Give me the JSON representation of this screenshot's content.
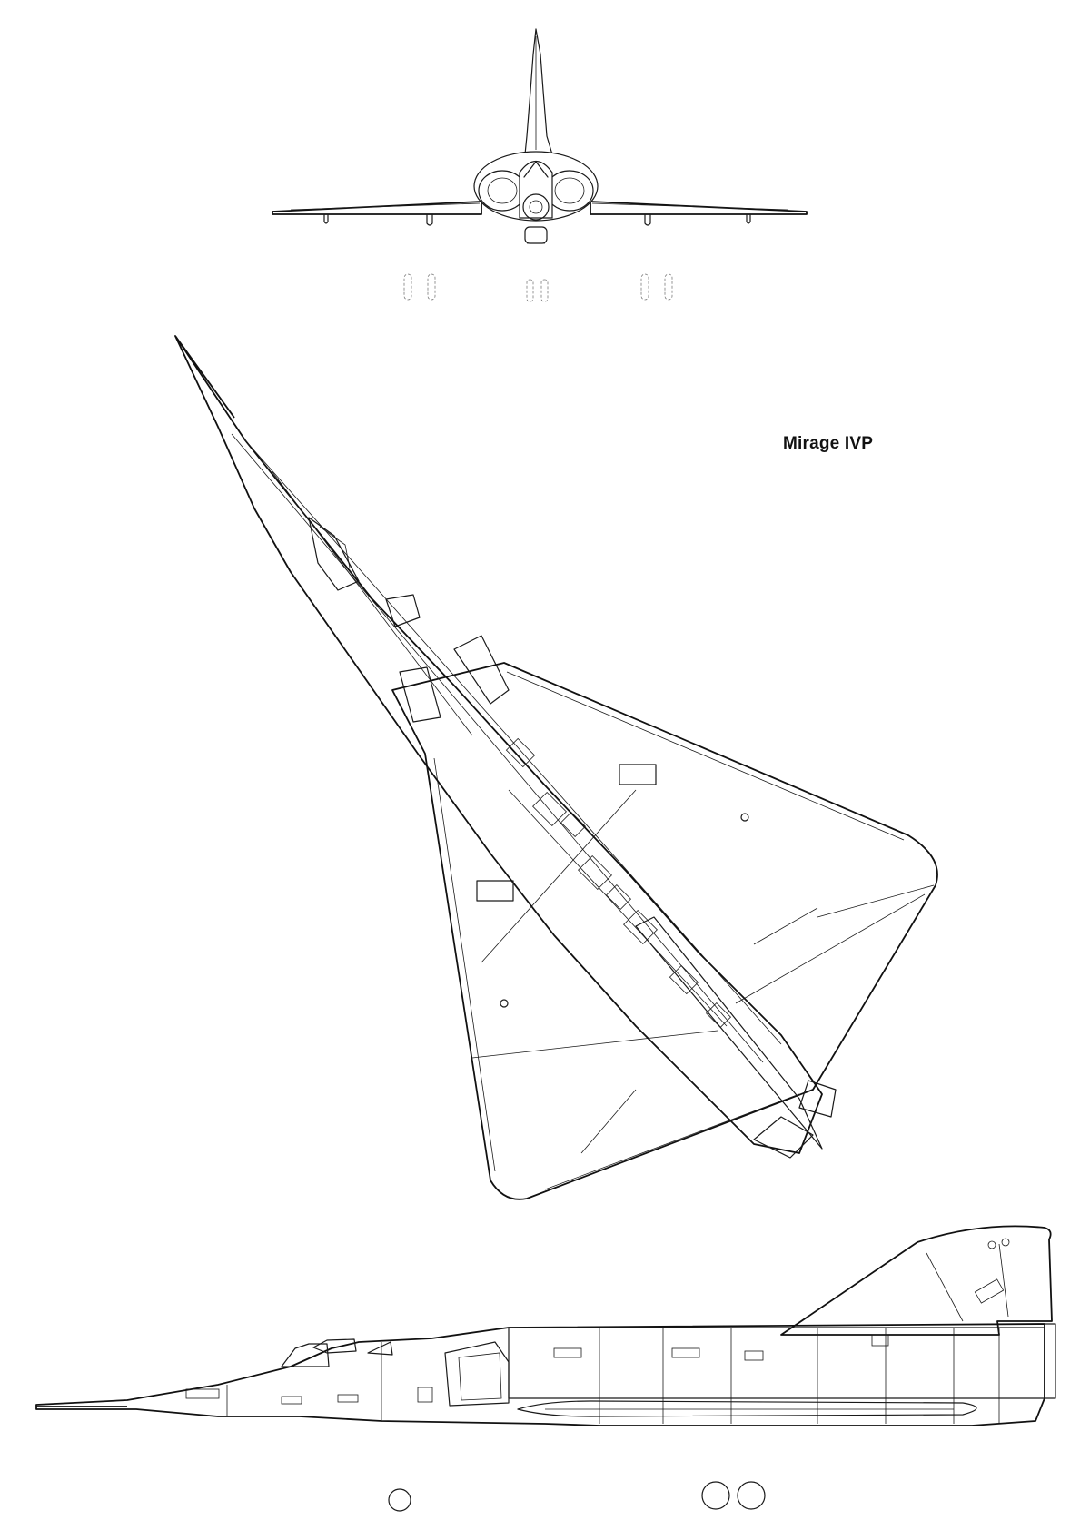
{
  "drawing": {
    "title": "Mirage IVP",
    "views": {
      "front": "front-view",
      "plan": "plan-view",
      "side": "side-view"
    }
  }
}
